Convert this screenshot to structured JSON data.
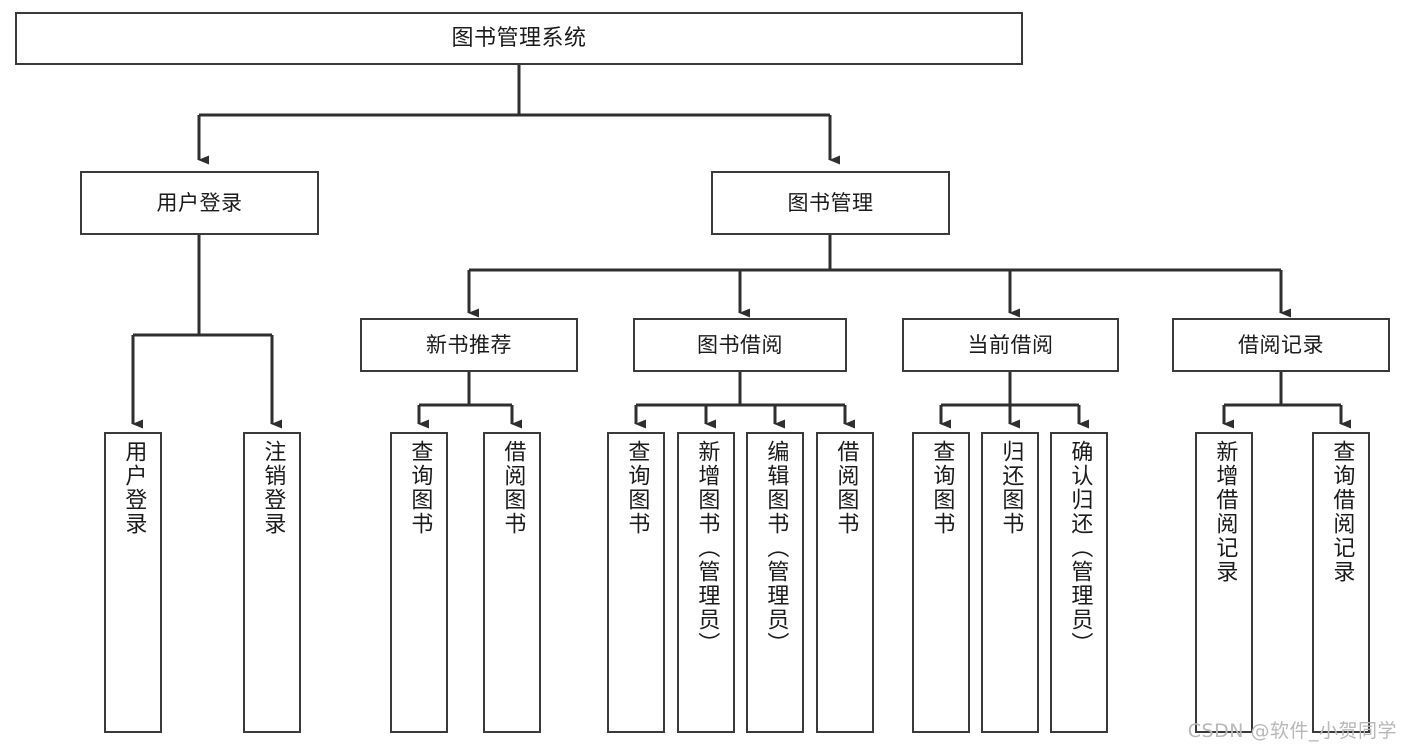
{
  "diagram": {
    "title": "图书管理系统",
    "type": "tree-hierarchy",
    "orientation": "top-down",
    "colors": {
      "border": "#3a3a3a",
      "node_fill": "#ffffff",
      "connector": "#2f2f2f",
      "text": "#1b1b1b",
      "background": "#ffffff",
      "watermark": "#b8b8b8"
    }
  },
  "root": {
    "label": "图书管理系统"
  },
  "level1": [
    {
      "label": "用户登录"
    },
    {
      "label": "图书管理"
    }
  ],
  "level2": [
    {
      "label": "新书推荐"
    },
    {
      "label": "图书借阅"
    },
    {
      "label": "当前借阅"
    },
    {
      "label": "借阅记录"
    }
  ],
  "leaves": {
    "user_login": [
      {
        "label": "用户登录"
      },
      {
        "label": "注销登录"
      }
    ],
    "new_book_recommend": [
      {
        "label": "查询图书"
      },
      {
        "label": "借阅图书"
      }
    ],
    "book_borrow": [
      {
        "label": "查询图书"
      },
      {
        "label": "新增图书（管理员）"
      },
      {
        "label": "编辑图书（管理员）"
      },
      {
        "label": "借阅图书"
      }
    ],
    "current_borrow": [
      {
        "label": "查询图书"
      },
      {
        "label": "归还图书"
      },
      {
        "label": "确认归还（管理员）"
      }
    ],
    "borrow_record": [
      {
        "label": "新增借阅记录"
      },
      {
        "label": "查询借阅记录"
      }
    ]
  },
  "watermark": {
    "text": "CSDN @软件_小贺同学"
  }
}
